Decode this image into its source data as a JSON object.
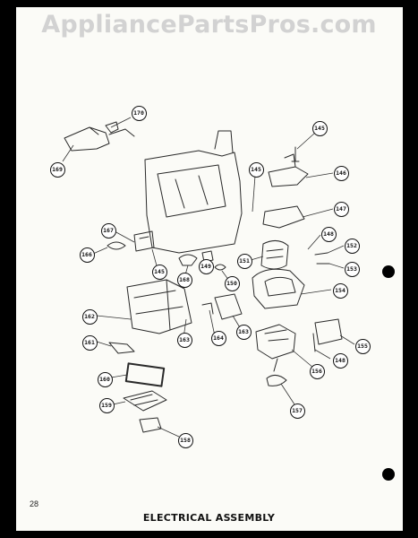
{
  "watermark": "AppliancePartsPros.com",
  "page_number": "28",
  "title": "ELECTRICAL ASSEMBLY",
  "callouts": [
    {
      "id": "c170",
      "label": "170"
    },
    {
      "id": "c169",
      "label": "169"
    },
    {
      "id": "c145a",
      "label": "145"
    },
    {
      "id": "c146",
      "label": "146"
    },
    {
      "id": "c145b",
      "label": "145"
    },
    {
      "id": "c147",
      "label": "147"
    },
    {
      "id": "c167",
      "label": "167"
    },
    {
      "id": "c148a",
      "label": "148"
    },
    {
      "id": "c152",
      "label": "152"
    },
    {
      "id": "c166",
      "label": "166"
    },
    {
      "id": "c151",
      "label": "151"
    },
    {
      "id": "c153",
      "label": "153"
    },
    {
      "id": "c145c",
      "label": "145"
    },
    {
      "id": "c168",
      "label": "168"
    },
    {
      "id": "c149",
      "label": "149"
    },
    {
      "id": "c150",
      "label": "150"
    },
    {
      "id": "c154",
      "label": "154"
    },
    {
      "id": "c162",
      "label": "162"
    },
    {
      "id": "c163a",
      "label": "163"
    },
    {
      "id": "c164",
      "label": "164"
    },
    {
      "id": "c163b",
      "label": "163"
    },
    {
      "id": "c161",
      "label": "161"
    },
    {
      "id": "c155",
      "label": "155"
    },
    {
      "id": "c148b",
      "label": "148"
    },
    {
      "id": "c156",
      "label": "156"
    },
    {
      "id": "c160",
      "label": "160"
    },
    {
      "id": "c159",
      "label": "159"
    },
    {
      "id": "c157",
      "label": "157"
    },
    {
      "id": "c158",
      "label": "158"
    }
  ]
}
